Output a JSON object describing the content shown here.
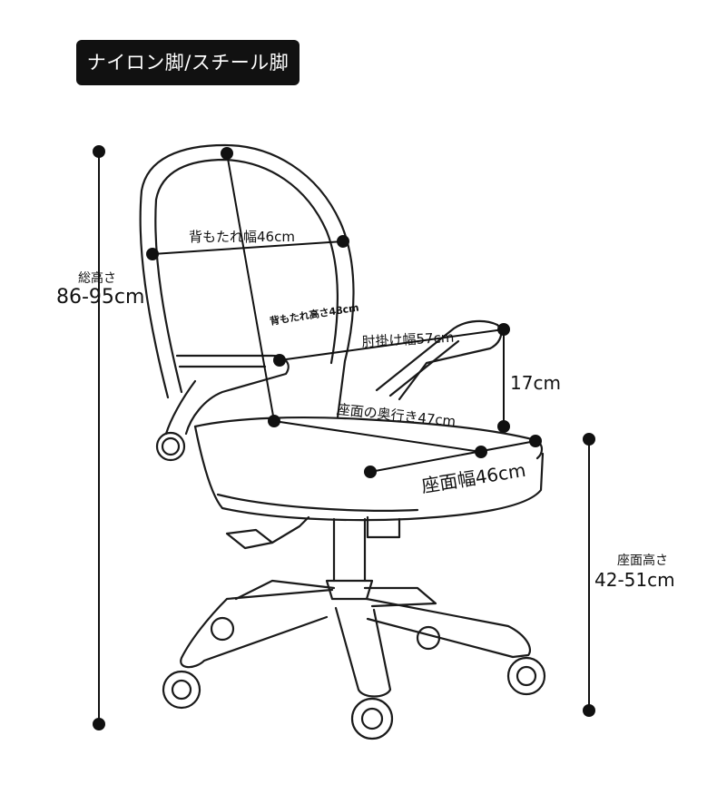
{
  "title": "ナイロン脚/スチール脚",
  "dimensions": {
    "total_height_label": "総高さ",
    "total_height_value": "86-95cm",
    "back_width": "背もたれ幅46cm",
    "back_height": "背もたれ高さ48cm",
    "armrest_width": "肘掛け幅57cm",
    "armrest_height": "17cm",
    "seat_depth": "座面の奥行き47cm",
    "seat_width": "座面幅46cm",
    "seat_height_label": "座面高さ",
    "seat_height_value": "42-51cm"
  },
  "colors": {
    "line": "#111111",
    "badge_bg": "#111111",
    "badge_text": "#ffffff"
  }
}
